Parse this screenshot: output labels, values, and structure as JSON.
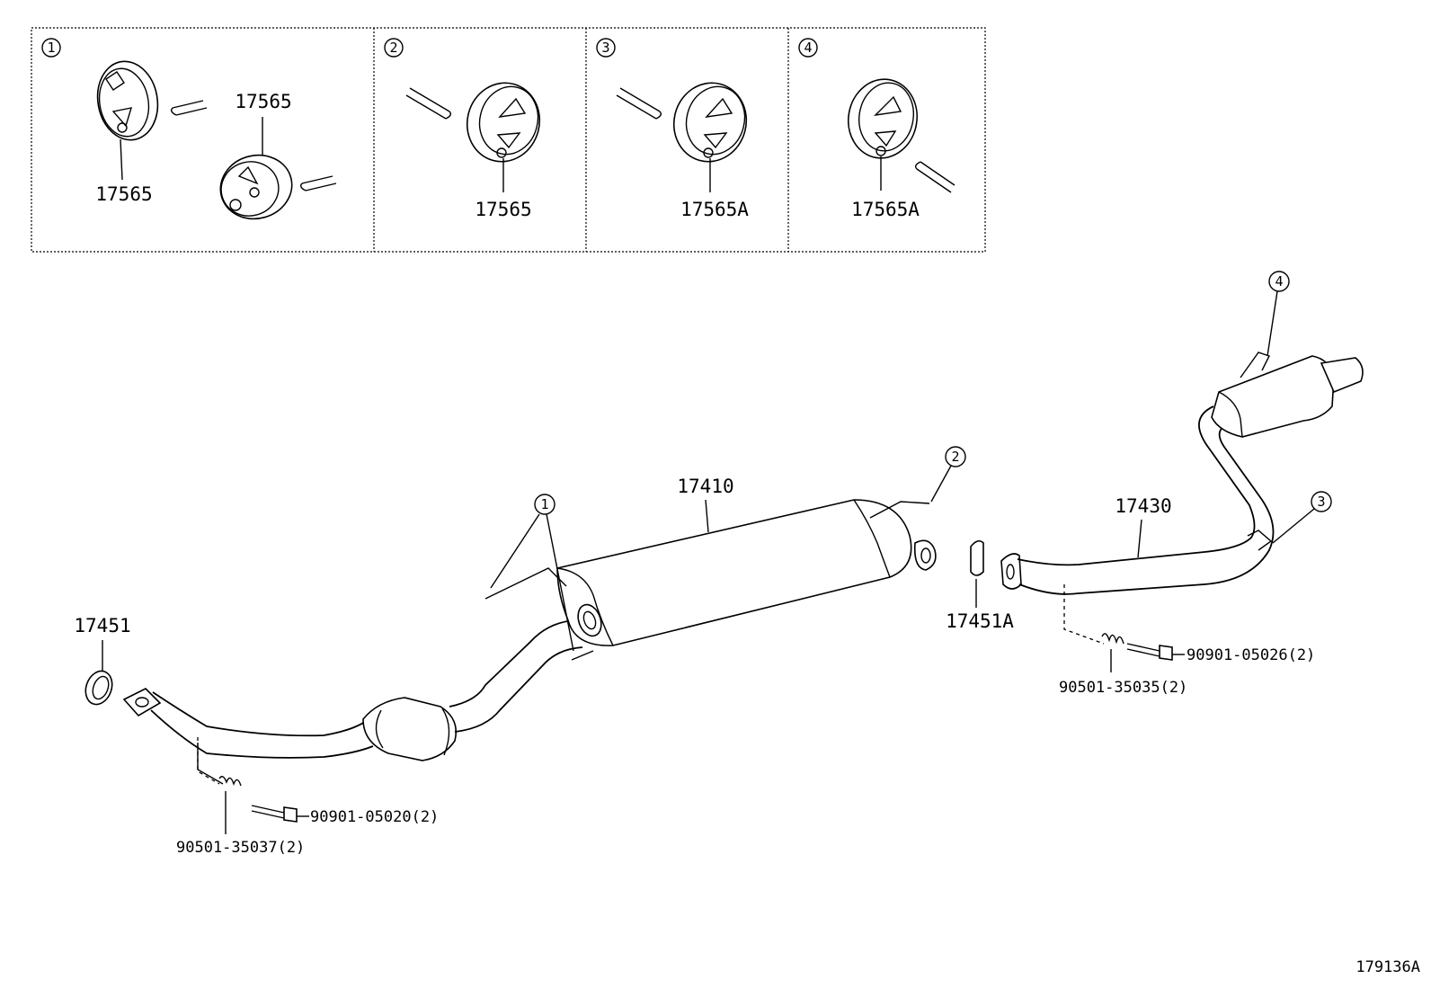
{
  "panels": [
    {
      "index": "1",
      "labels": [
        "17565",
        "17565"
      ]
    },
    {
      "index": "2",
      "labels": [
        "17565"
      ]
    },
    {
      "index": "3",
      "labels": [
        "17565A"
      ]
    },
    {
      "index": "4",
      "labels": [
        "17565A"
      ]
    }
  ],
  "callouts": {
    "c1": "1",
    "c2": "2",
    "c3": "3",
    "c4": "4"
  },
  "parts": {
    "main_muffler": "17410",
    "tail_pipe": "17430",
    "front_gasket": "17451",
    "rear_gasket": "17451A",
    "front_bolt": "90901-05020(2)",
    "front_spring": "90501-35037(2)",
    "rear_bolt": "90901-05026(2)",
    "rear_spring": "90501-35035(2)"
  },
  "figure_id": "179136A"
}
